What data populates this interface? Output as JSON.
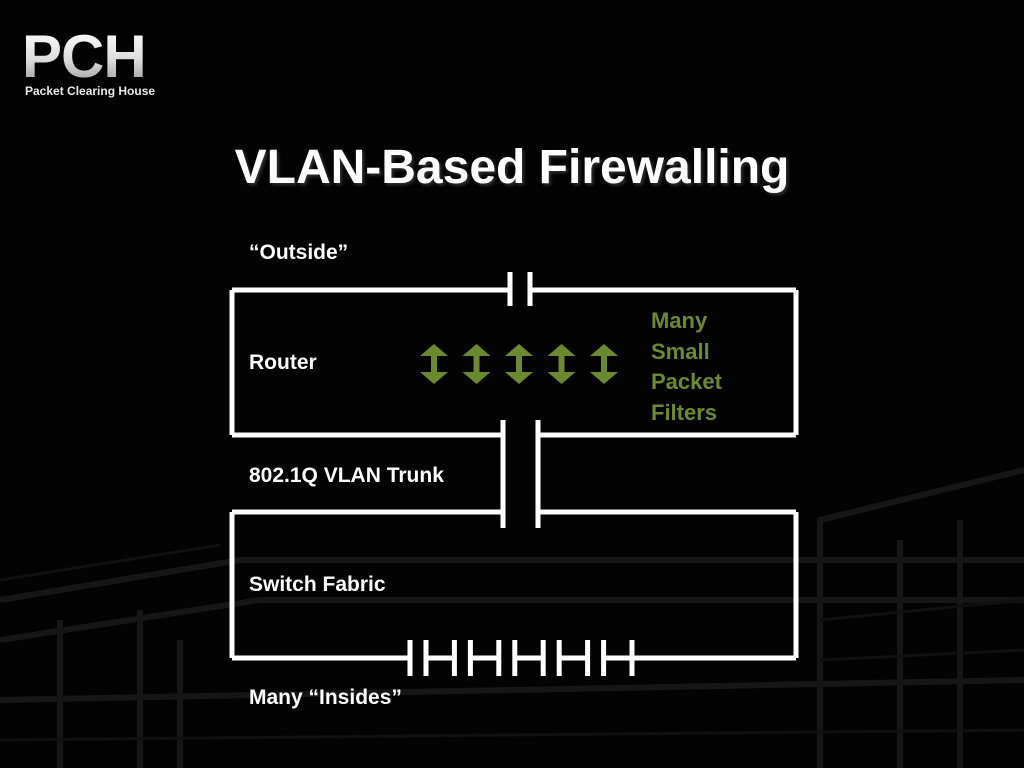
{
  "logo": {
    "mark": "PCH",
    "subtitle": "Packet Clearing House"
  },
  "slide": {
    "title": "VLAN-Based Firewalling"
  },
  "diagram": {
    "outside_label": "“Outside”",
    "router_label": "Router",
    "trunk_label": "802.1Q VLAN Trunk",
    "switch_label": "Switch Fabric",
    "insides_label": "Many “Insides”",
    "filters_label_lines": [
      "Many",
      "Small",
      "Packet",
      "Filters"
    ],
    "filter_arrow_count": 5,
    "inside_port_count": 5
  },
  "colors": {
    "background": "#030303",
    "line": "#ffffff",
    "accent": "#6b8a2e"
  },
  "icons": {
    "filter_arrow": "double-headed-vertical-arrow-icon"
  }
}
